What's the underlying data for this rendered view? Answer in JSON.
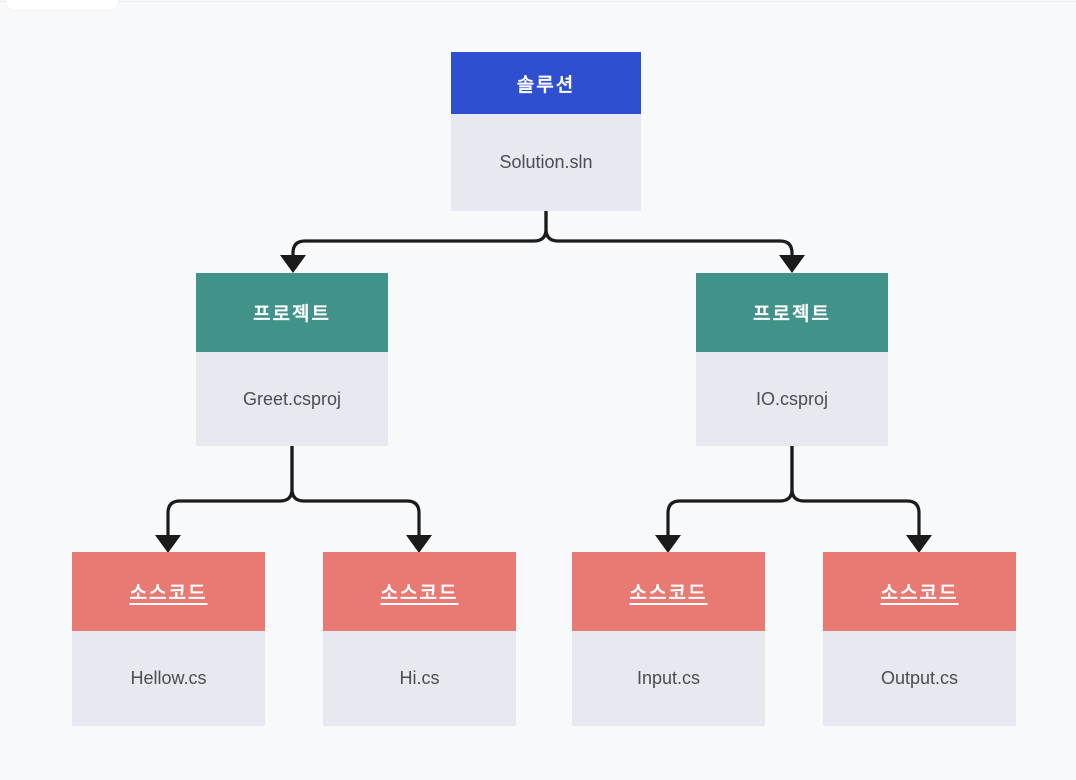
{
  "background": "#f8f9fb",
  "colors": {
    "solution_header": "#2e4fd0",
    "project_header": "#41938a",
    "source_header": "#e87a73",
    "node_body": "#e6e9f0",
    "header_text": "#ffffff",
    "body_text": "#4b4c54",
    "connector": "#1b1b1b"
  },
  "nodes": {
    "solution": {
      "header": "솔루션",
      "label": "Solution.sln"
    },
    "project_greet": {
      "header": "프로젝트",
      "label": "Greet.csproj"
    },
    "project_io": {
      "header": "프로젝트",
      "label": "IO.csproj"
    },
    "source_hellow": {
      "header": "소스코드",
      "label": "Hellow.cs"
    },
    "source_hi": {
      "header": "소스코드",
      "label": "Hi.cs"
    },
    "source_input": {
      "header": "소스코드",
      "label": "Input.cs"
    },
    "source_output": {
      "header": "소스코드",
      "label": "Output.cs"
    }
  },
  "edges": [
    {
      "from": "Solution.sln",
      "to": "Greet.csproj"
    },
    {
      "from": "Solution.sln",
      "to": "IO.csproj"
    },
    {
      "from": "Greet.csproj",
      "to": "Hellow.cs"
    },
    {
      "from": "Greet.csproj",
      "to": "Hi.cs"
    },
    {
      "from": "IO.csproj",
      "to": "Input.cs"
    },
    {
      "from": "IO.csproj",
      "to": "Output.cs"
    }
  ]
}
